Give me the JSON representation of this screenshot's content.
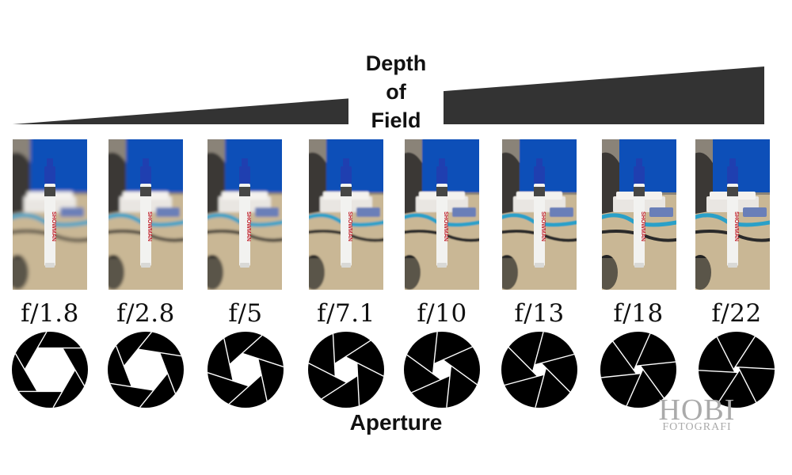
{
  "header": {
    "dof_title_lines": [
      "Depth",
      "of",
      "Field"
    ],
    "wedge_color": "#333333"
  },
  "photos": {
    "subject": "marker-pen",
    "pen_brand_text": "SHOWMAN",
    "cap_color": "#1f3fb0",
    "backdrop_color": "#0f4fb8",
    "table_color": "#c9b795"
  },
  "stops": [
    {
      "label": "f/1.8",
      "f_number": 1.8,
      "photo_blur": 2.4,
      "opening_fraction": 0.66
    },
    {
      "label": "f/2.8",
      "f_number": 2.8,
      "photo_blur": 1.9,
      "opening_fraction": 0.58
    },
    {
      "label": "f/5",
      "f_number": 5,
      "photo_blur": 1.5,
      "opening_fraction": 0.44
    },
    {
      "label": "f/7.1",
      "f_number": 7.1,
      "photo_blur": 1.1,
      "opening_fraction": 0.34
    },
    {
      "label": "f/10",
      "f_number": 10,
      "photo_blur": 0.8,
      "opening_fraction": 0.26
    },
    {
      "label": "f/13",
      "f_number": 13,
      "photo_blur": 0.5,
      "opening_fraction": 0.18
    },
    {
      "label": "f/18",
      "f_number": 18,
      "photo_blur": 0.3,
      "opening_fraction": 0.12
    },
    {
      "label": "f/22",
      "f_number": 22,
      "photo_blur": 0.15,
      "opening_fraction": 0.08
    }
  ],
  "footer": {
    "aperture_label": "Aperture"
  },
  "watermark": {
    "brand": "HOBI",
    "sub": "FOTOGRAFI",
    "color": "#aaaaaa"
  }
}
